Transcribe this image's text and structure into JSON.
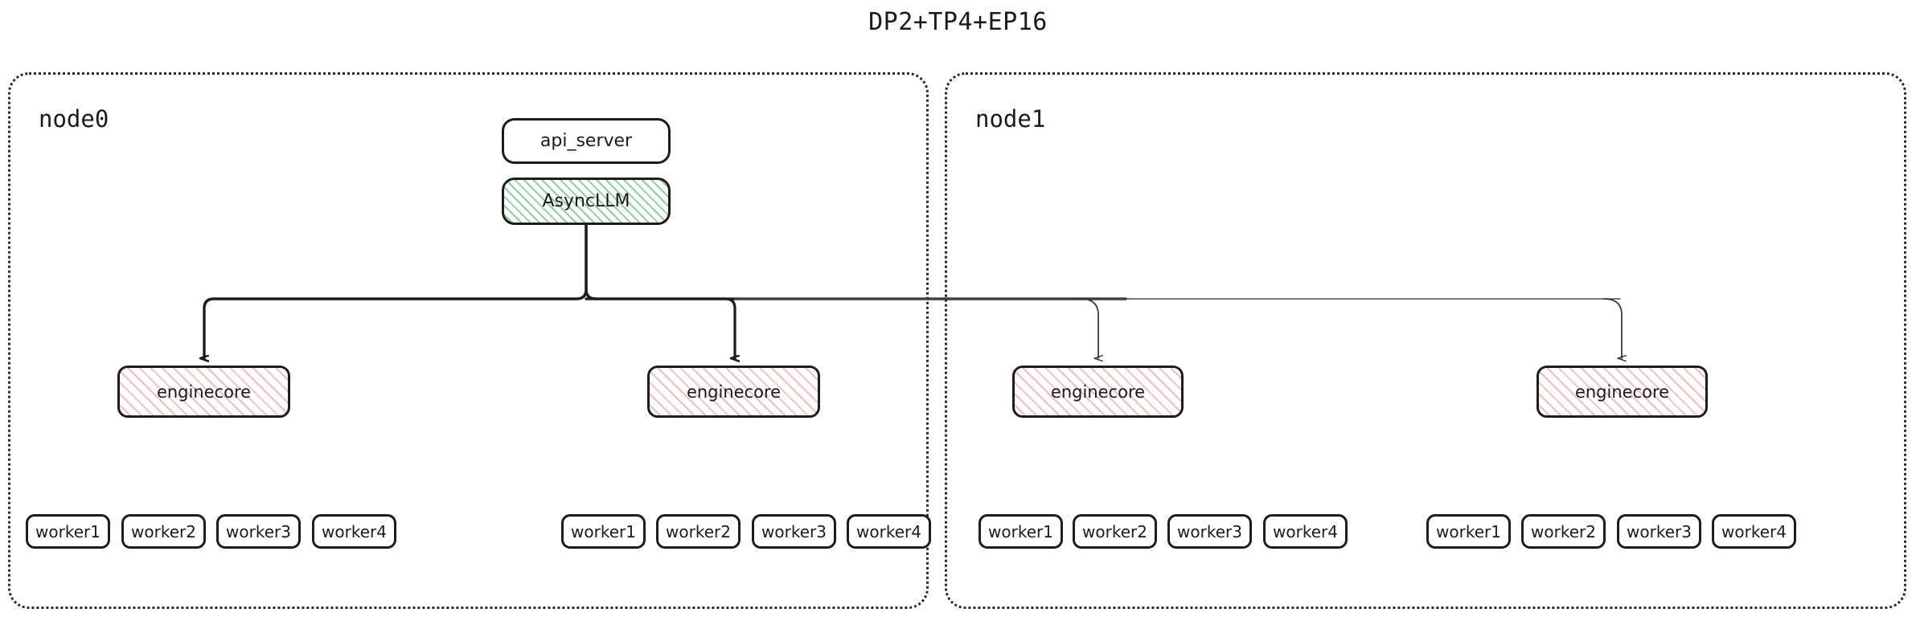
{
  "title": "DP2+TP4+EP16",
  "colors": {
    "stroke": "#1d1d1d",
    "node_border": "#2b2b2b",
    "hatch_green": "#7ac98a",
    "hatch_pink": "#e99696",
    "background": "#ffffff"
  },
  "nodes": [
    {
      "id": "node0",
      "label": "node0"
    },
    {
      "id": "node1",
      "label": "node1"
    }
  ],
  "boxes": {
    "api_server": "api_server",
    "async_llm": "AsyncLLM",
    "enginecore": "enginecore"
  },
  "enginecores": [
    {
      "node": "node0",
      "label": "enginecore"
    },
    {
      "node": "node0",
      "label": "enginecore"
    },
    {
      "node": "node1",
      "label": "enginecore"
    },
    {
      "node": "node1",
      "label": "enginecore"
    }
  ],
  "worker_groups": [
    {
      "node": "node0",
      "workers": [
        "worker1",
        "worker2",
        "worker3",
        "worker4"
      ]
    },
    {
      "node": "node0",
      "workers": [
        "worker1",
        "worker2",
        "worker3",
        "worker4"
      ]
    },
    {
      "node": "node1",
      "workers": [
        "worker1",
        "worker2",
        "worker3",
        "worker4"
      ]
    },
    {
      "node": "node1",
      "workers": [
        "worker1",
        "worker2",
        "worker3",
        "worker4"
      ]
    }
  ]
}
